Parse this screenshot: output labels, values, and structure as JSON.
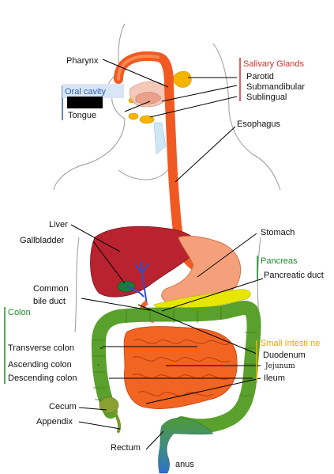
{
  "labels": {
    "pharynx": "Pharynx",
    "salivary_glands": "Salivary Glands",
    "parotid": "Parotid",
    "submandibular": "Submandibular",
    "sublingual": "Sublingual",
    "oral_cavity": "Oral cavity",
    "tongue": "Tongue",
    "esophagus": "Esophagus",
    "liver": "Liver",
    "gallbladder": "Gallbladder",
    "stomach": "Stomach",
    "pancreas": "Pancreas",
    "pancreatic_duct": "Pancreatic duct",
    "common_bile_duct_1": "Common",
    "common_bile_duct_2": "bile duct",
    "colon": "Colon",
    "transverse_colon": "Transverse colon",
    "ascending_colon": "Ascending colon",
    "descending_colon": "Descending colon",
    "small_intestine": "Small Intesti ne",
    "duodenum": "Duodenum",
    "jejunum": "Jejunum",
    "ileum": "Ileum",
    "cecum": "Cecum",
    "appendix": "Appendix",
    "rectum": "Rectum",
    "anus": "anus"
  },
  "colors": {
    "salivary_group": "#d22f2f",
    "oral_group": "#2b5fb8",
    "colon_group": "#1f8a2c",
    "small_intestine_group": "#f0b400",
    "esophagus": "#f05a22",
    "liver": "#b8232f",
    "stomach": "#f4a07a",
    "colon": "#5aa02c",
    "small_intestine": "#f26422",
    "pancreas": "#e6e600",
    "gallbladder": "#1f7a3a",
    "salivary": "#f4b400",
    "rectum": "#3f8a8a"
  }
}
